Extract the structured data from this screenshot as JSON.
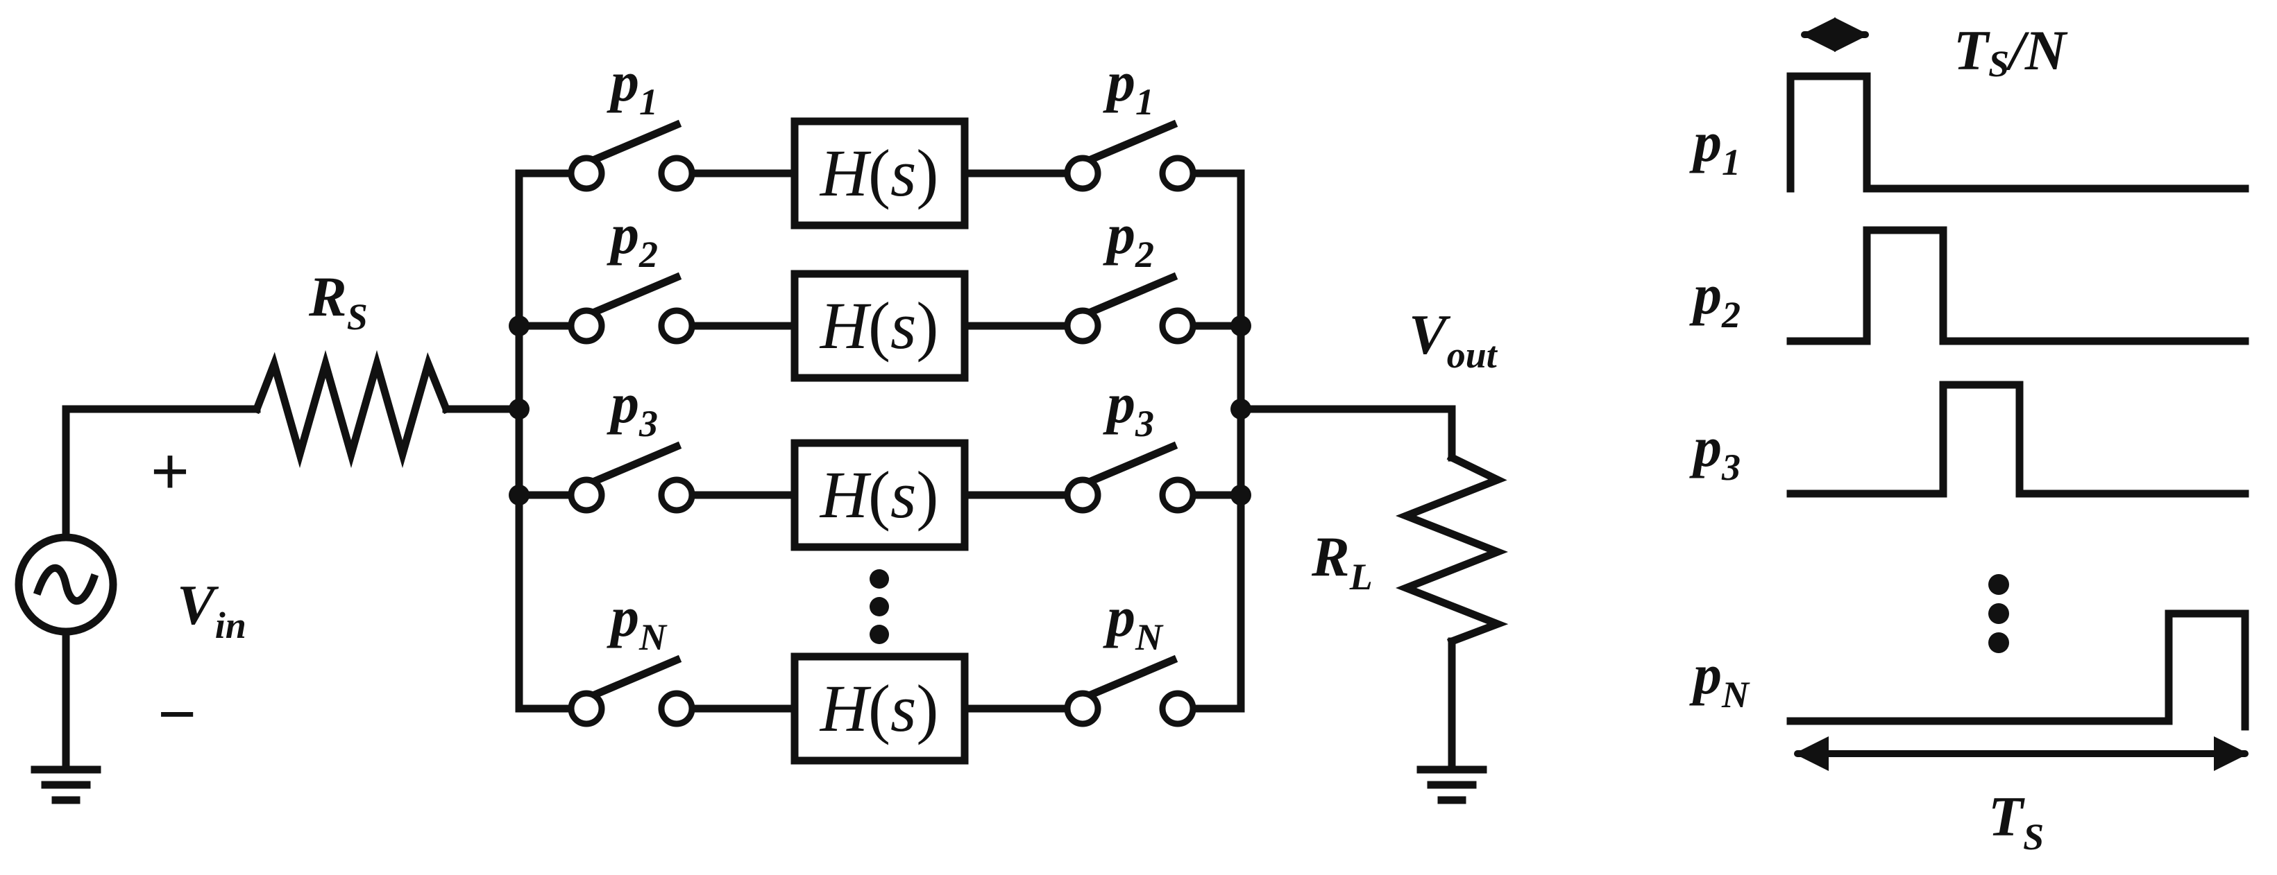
{
  "circuit": {
    "source": {
      "name": "V",
      "sub": "in",
      "plus": "+",
      "minus": "−"
    },
    "source_resistor": {
      "name": "R",
      "sub": "S"
    },
    "load_resistor": {
      "name": "R",
      "sub": "L"
    },
    "output": {
      "name": "V",
      "sub": "out"
    },
    "block_label": {
      "main": "H",
      "arg": "s"
    },
    "branches": [
      {
        "name": "p",
        "sub": "1"
      },
      {
        "name": "p",
        "sub": "2"
      },
      {
        "name": "p",
        "sub": "3"
      },
      {
        "name": "p",
        "sub": "N"
      }
    ]
  },
  "timing": {
    "pulse_width_label": {
      "name": "T",
      "sub": "S",
      "tail": "/N"
    },
    "period_label": {
      "name": "T",
      "sub": "S"
    },
    "signals": [
      {
        "name": "p",
        "sub": "1",
        "slot": 1
      },
      {
        "name": "p",
        "sub": "2",
        "slot": 2
      },
      {
        "name": "p",
        "sub": "3",
        "slot": 3
      },
      {
        "name": "p",
        "sub": "N",
        "slot": "N"
      }
    ]
  },
  "colors": {
    "ink": "#111111",
    "background": "#ffffff"
  }
}
